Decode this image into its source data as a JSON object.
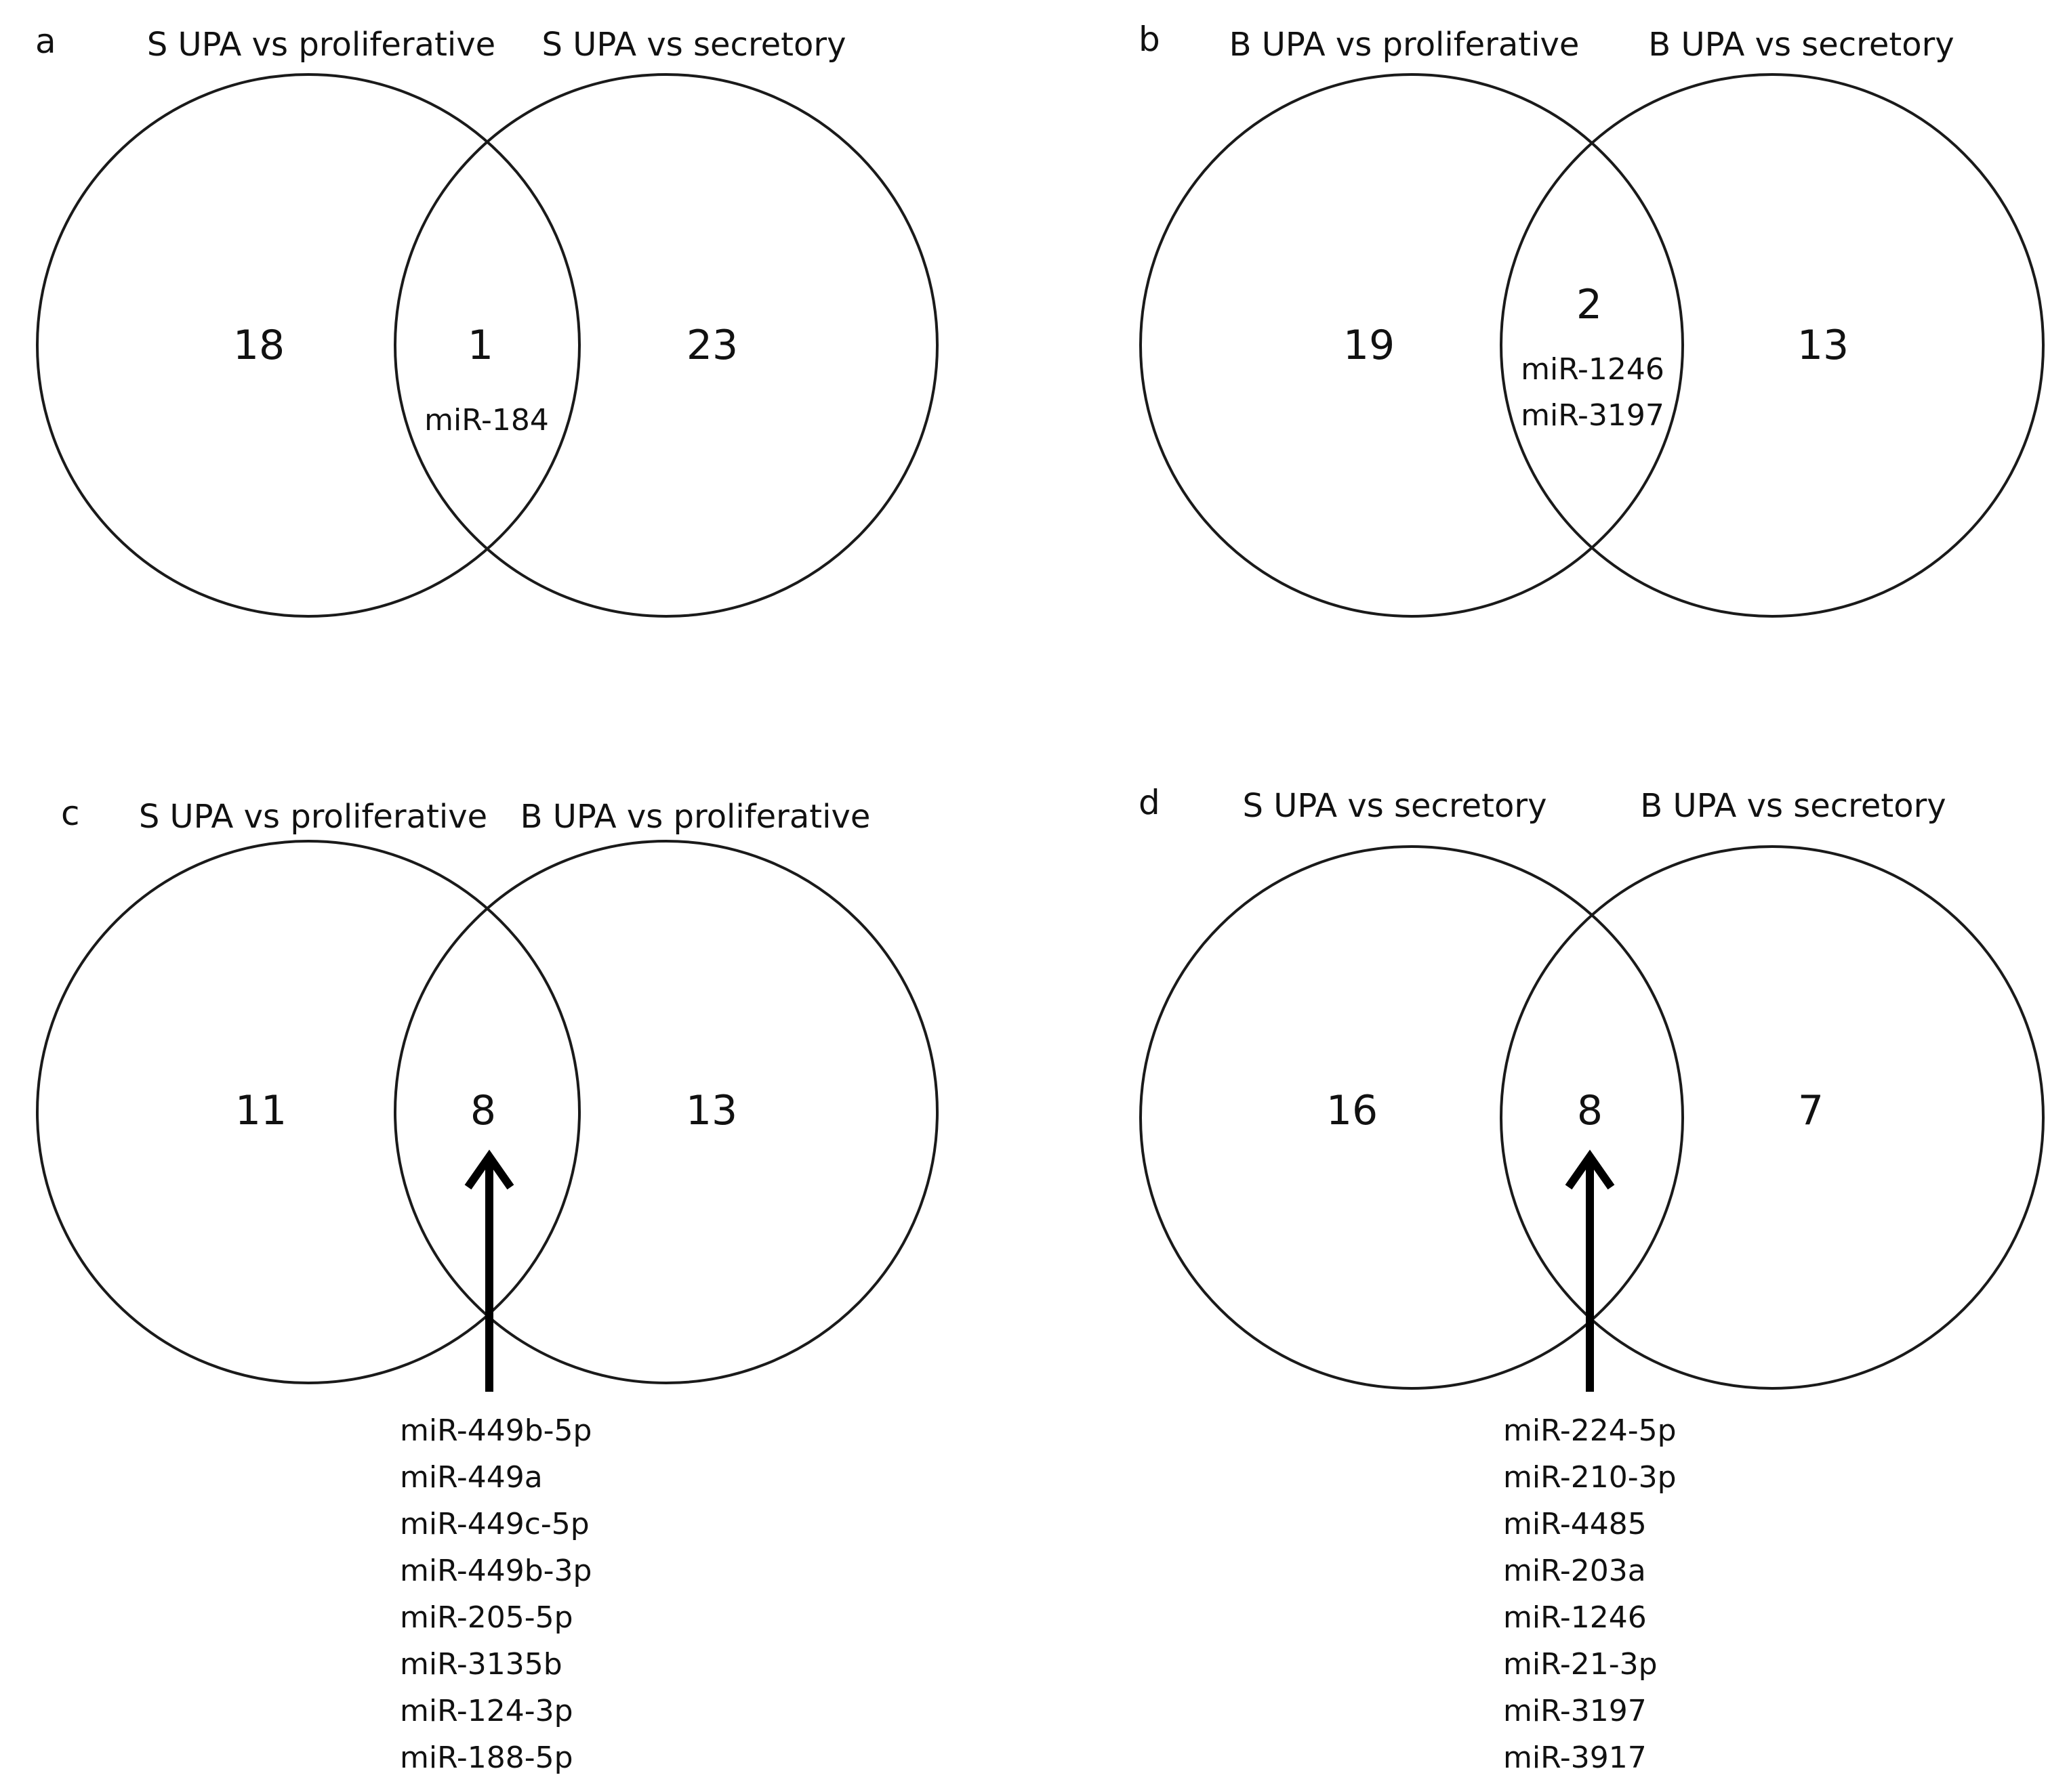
{
  "panels": [
    {
      "id": "a",
      "letter": "a",
      "left_title": "S UPA vs proliferative",
      "right_title": "S UPA vs secretory",
      "left_only": "18",
      "overlap": "1",
      "right_only": "23",
      "overlap_members": [
        "miR-184"
      ]
    },
    {
      "id": "b",
      "letter": "b",
      "left_title": "B UPA vs proliferative",
      "right_title": "B UPA vs secretory",
      "left_only": "19",
      "overlap": "2",
      "right_only": "13",
      "overlap_members": [
        "miR-1246",
        "miR-3197"
      ]
    },
    {
      "id": "c",
      "letter": "c",
      "left_title": "S UPA vs proliferative",
      "right_title": "B UPA vs proliferative",
      "left_only": "11",
      "overlap": "8",
      "right_only": "13",
      "overlap_members": [
        "miR-449b-5p",
        "miR-449a",
        "miR-449c-5p",
        "miR-449b-3p",
        "miR-205-5p",
        "miR-3135b",
        "miR-124-3p",
        "miR-188-5p"
      ]
    },
    {
      "id": "d",
      "letter": "d",
      "left_title": "S UPA vs secretory",
      "right_title": "B UPA vs secretory",
      "left_only": "16",
      "overlap": "8",
      "right_only": "7",
      "overlap_members": [
        "miR-224-5p",
        "miR-210-3p",
        "miR-4485",
        "miR-203a",
        "miR-1246",
        "miR-21-3p",
        "miR-3197",
        "miR-3917"
      ]
    }
  ]
}
